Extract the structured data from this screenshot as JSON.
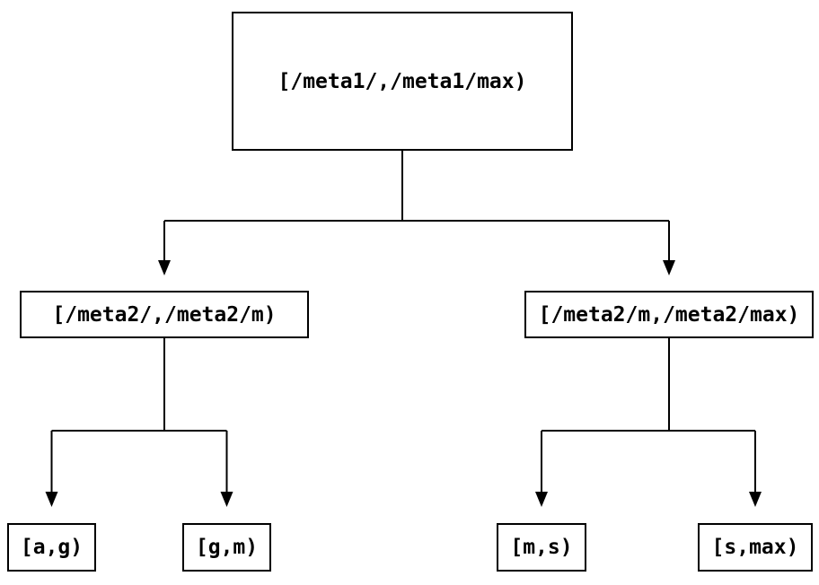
{
  "tree": {
    "root": {
      "label": "[/meta1/,/meta1/max)",
      "children": [
        {
          "label": "[/meta2/,/meta2/m)",
          "children": [
            {
              "label": "[a,g)"
            },
            {
              "label": "[g,m)"
            }
          ]
        },
        {
          "label": "[/meta2/m,/meta2/max)",
          "children": [
            {
              "label": "[m,s)"
            },
            {
              "label": "[s,max)"
            }
          ]
        }
      ]
    },
    "colors": {
      "line": "#000000",
      "text": "#000000",
      "background": "#ffffff"
    }
  }
}
